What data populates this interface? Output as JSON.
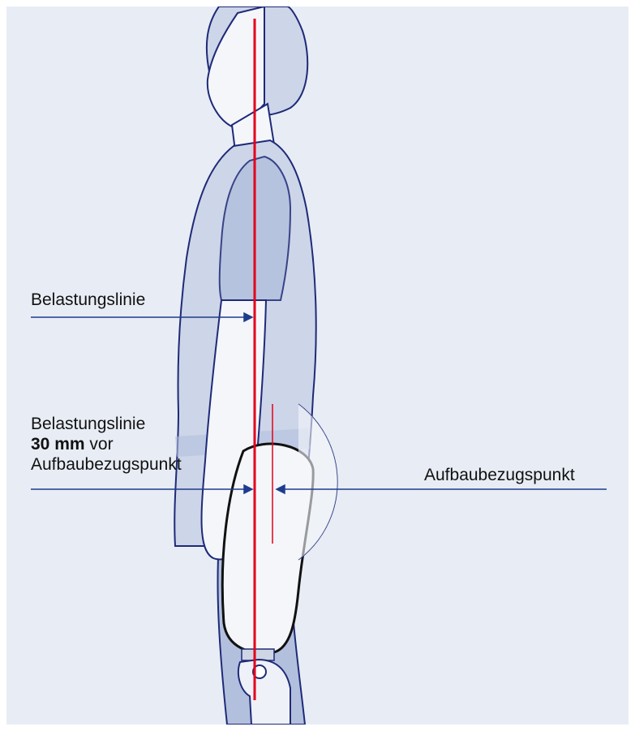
{
  "labels": {
    "belastungslinie": "Belastungslinie",
    "offset_line1": "Belastungslinie",
    "offset_value": "30 mm",
    "offset_word": "vor",
    "offset_line3": "Aufbaubezugspunkt",
    "aufbaubezugspunkt": "Aufbaubezugspunkt"
  },
  "colors": {
    "background": "#e8edf5",
    "body_fill": "#cdd5e8",
    "body_fill_dark": "#b3c0dd",
    "skin": "#f4f6fa",
    "outline": "#1e2a78",
    "load_line": "#e3001b",
    "arrow": "#1e3c8c"
  }
}
